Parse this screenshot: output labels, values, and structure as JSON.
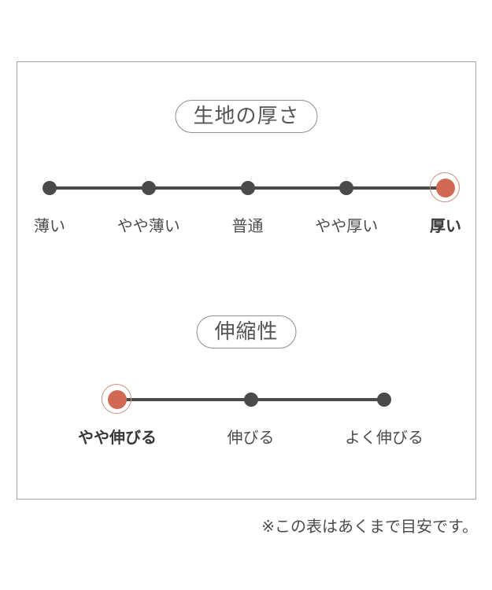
{
  "colors": {
    "accent_fill": "#d26955",
    "accent_ring": "#cc8e7c",
    "track": "#4a4a4a",
    "panel_border": "#a6a6a6",
    "text": "#4c4c4c"
  },
  "scales": [
    {
      "title": "生地の厚さ",
      "selected_label": "厚い",
      "items": [
        {
          "label": "薄い",
          "selected": false
        },
        {
          "label": "やや薄い",
          "selected": false
        },
        {
          "label": "普通",
          "selected": false
        },
        {
          "label": "やや厚い",
          "selected": false
        },
        {
          "label": "厚い",
          "selected": true
        }
      ]
    },
    {
      "title": "伸縮性",
      "selected_label": "やや伸びる",
      "items": [
        {
          "label": "やや伸びる",
          "selected": true
        },
        {
          "label": "伸びる",
          "selected": false
        },
        {
          "label": "よく伸びる",
          "selected": false
        }
      ]
    }
  ],
  "footnote": "※この表はあくまで目安です。"
}
